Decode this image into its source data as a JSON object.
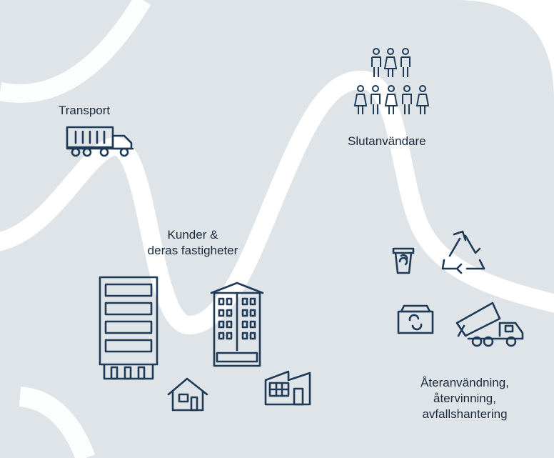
{
  "labels": {
    "transport": "Transport",
    "end_users": "Slutanvändare",
    "customers_line1": "Kunder &",
    "customers_line2": "deras fastigheter",
    "reuse_line1": "Återanvändning,",
    "reuse_line2": "återvinning,",
    "reuse_line3": "avfallshantering"
  },
  "colors": {
    "background": "#dfe4e9",
    "path": "#ffffff",
    "icon": "#1e3a56",
    "text": "#1b2a3a"
  },
  "icons": [
    "truck-icon",
    "people-group-icon",
    "office-building-icon",
    "apartment-building-icon",
    "house-icon",
    "commercial-building-icon",
    "recycle-bin-icon",
    "recycle-symbol-icon",
    "recycling-container-icon",
    "dump-truck-icon"
  ]
}
